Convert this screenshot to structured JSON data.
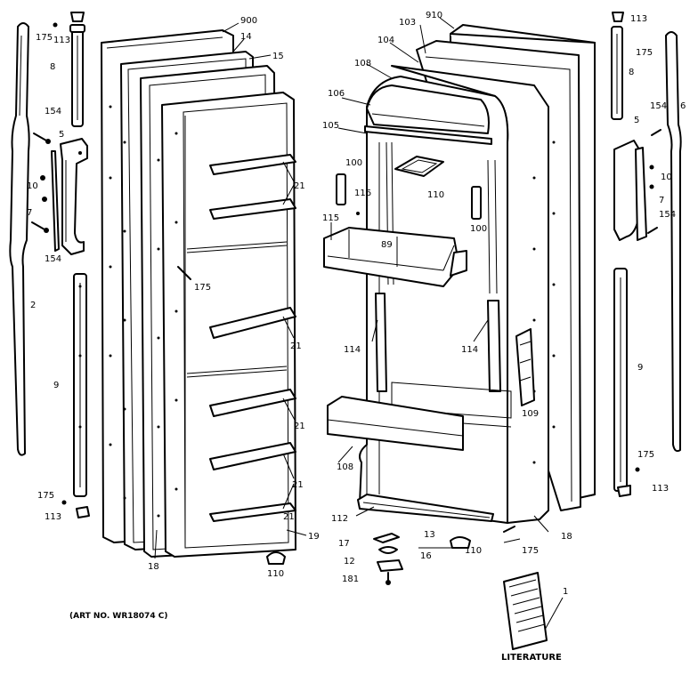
{
  "art_number": "(ART NO. WR18074 C)",
  "literature_label": "LITERATURE",
  "callouts": {
    "c175_tl": "175",
    "c113_tl": "113",
    "c8_tl": "8",
    "c154_l1": "154",
    "c5_l": "5",
    "c10_l": "10",
    "c7_l": "7",
    "c154_l2": "154",
    "c2": "2",
    "c9": "9",
    "c175_bl": "175",
    "c113_bl": "113",
    "c900": "900",
    "c14": "14",
    "c15": "15",
    "c21_a": "21",
    "c21_b": "21",
    "c21_c": "21",
    "c21_d": "21",
    "c21_e": "21",
    "c175_fz": "175",
    "c19": "19",
    "c18_l": "18",
    "c110_l": "110",
    "c103": "103",
    "c910": "910",
    "c104": "104",
    "c108": "108",
    "c106": "106",
    "c105": "105",
    "c100_l": "100",
    "c116": "116",
    "c110_shelf": "110",
    "c100_r": "100",
    "c115": "115",
    "c89": "89",
    "c114_l": "114",
    "c114_r": "114",
    "c109": "109",
    "c108_b": "108",
    "c112": "112",
    "c13": "13",
    "c17": "17",
    "c16": "16",
    "c12": "12",
    "c181": "181",
    "c110_r": "110",
    "c175_fr": "175",
    "c18_r": "18",
    "c113_tr": "113",
    "c175_tr": "175",
    "c8_tr": "8",
    "c6": "6",
    "c154_r1": "154",
    "c5_r": "5",
    "c10_r": "10",
    "c7_r": "7",
    "c154_r2": "154",
    "c9_r": "9",
    "c175_br": "175",
    "c113_br": "113",
    "c1": "1"
  }
}
